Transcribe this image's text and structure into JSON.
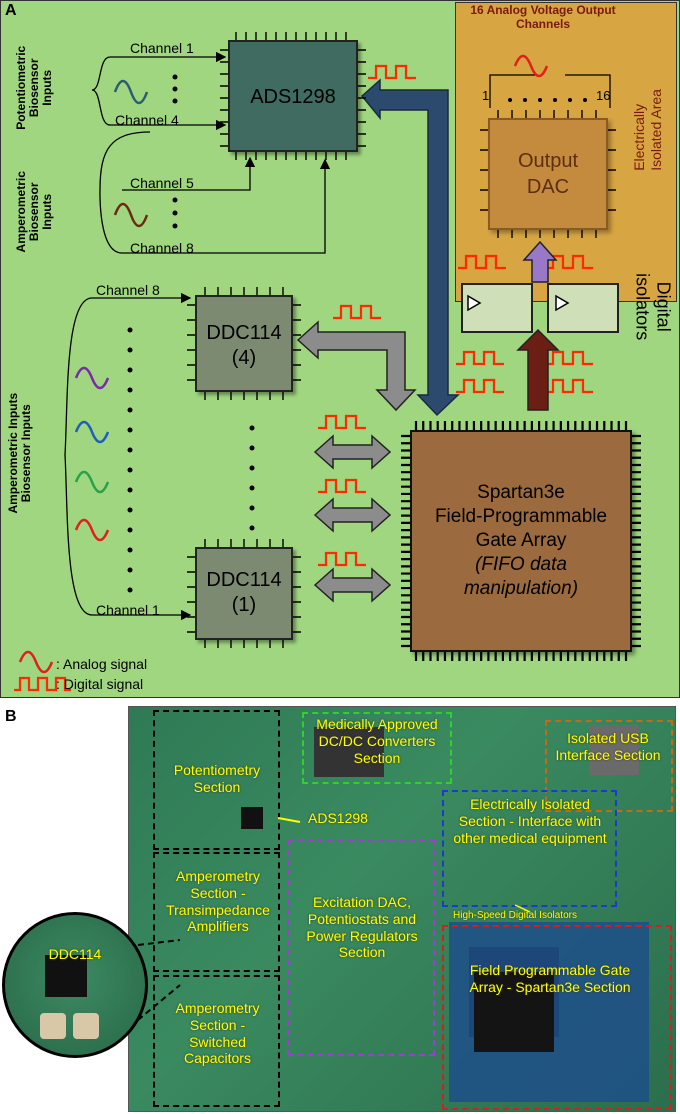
{
  "panel_a": {
    "label": "A",
    "potentiometric_label_1": "Potentiometric",
    "potentiometric_label_2": "Biosensor",
    "potentiometric_label_3": "Inputs",
    "amperometric_top_label_1": "Amperometric",
    "amperometric_top_label_2": "Biosensor",
    "amperometric_top_label_3": "Inputs",
    "amperometric_bottom_label_1": "Amperometric Inputs",
    "amperometric_bottom_label_2": "Biosensor Inputs",
    "channel_1_top": "Channel 1",
    "channel_4": "Channel 4",
    "channel_5": "Channel 5",
    "channel_8_top": "Channel 8",
    "channel_8_mid": "Channel 8",
    "channel_1_bottom": "Channel 1",
    "ads_chip": "ADS1298",
    "ddc_top_1": "DDC114",
    "ddc_top_2": "(4)",
    "ddc_bottom_1": "DDC114",
    "ddc_bottom_2": "(1)",
    "fpga_1": "Spartan3e",
    "fpga_2": "Field-Programmable",
    "fpga_3": "Gate Array",
    "fpga_4": "(FIFO data",
    "fpga_5": "manipulation)",
    "dac_1": "Output",
    "dac_2": "DAC",
    "output_title_1": "16 Analog Voltage Output",
    "output_title_2": "Channels",
    "out_ch_first": "1",
    "out_ch_last": "16",
    "isolated_area_1": "Electrically",
    "isolated_area_2": "Isolated Area",
    "digital_isolators_1": "Digital",
    "digital_isolators_2": "isolators",
    "legend_analog": ": Analog signal",
    "legend_digital": ": Digital signal"
  },
  "panel_b": {
    "label": "B",
    "potentiometry": "Potentiometry Section",
    "ads": "ADS1298",
    "dcdc": "Medically Approved DC/DC Converters Section",
    "usb": "Isolated USB Interface Section",
    "isolated": "Electrically Isolated Section - Interface with other medical equipment",
    "isolators": "High-Speed Digital Isolators",
    "transimpedance": "Amperometry Section - Transimpedance Amplifiers",
    "excitation": "Excitation DAC, Potentiostats and Power Regulators Section",
    "fpga": "Field Programmable Gate Array - Spartan3e Section",
    "switched": "Amperometry Section - Switched Capacitors",
    "zoom_chip": "DDC114"
  },
  "colors": {
    "panel_a_bg": "#9fd67f",
    "isolated_bg": "#d7a542",
    "ads_fill": "#3f6b60",
    "ddc_fill": "#7d8a72",
    "fpga_fill": "#9b6a3f",
    "dac_fill": "#c48a3e",
    "digital_signal": "#ff2a00",
    "pcb_green": "#2f7a52",
    "annotation_yellow": "#ffff00"
  }
}
